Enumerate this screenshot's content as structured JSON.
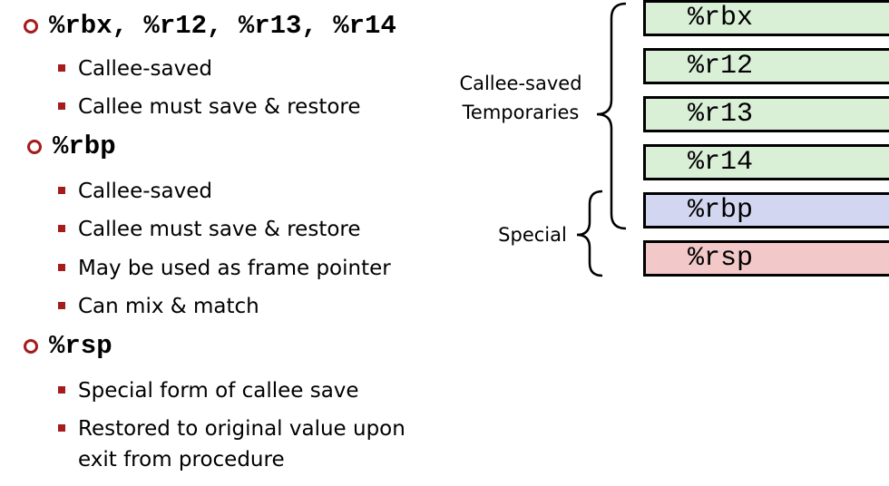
{
  "bullets": [
    {
      "heading": "%rbx, %r12, %r13, %r14",
      "items": [
        "Callee-saved",
        "Callee must save & restore"
      ]
    },
    {
      "heading": "%rbp",
      "items": [
        "Callee-saved",
        "Callee must save & restore",
        "May be used as frame pointer",
        "Can mix & match"
      ]
    },
    {
      "heading": "%rsp",
      "items": [
        "Special form of callee save",
        "Restored to original value upon exit from procedure"
      ]
    }
  ],
  "diagram": {
    "registers": [
      {
        "name": "%rbx",
        "color": "#d9efd6"
      },
      {
        "name": "%r12",
        "color": "#d9efd6"
      },
      {
        "name": "%r13",
        "color": "#d9efd6"
      },
      {
        "name": "%r14",
        "color": "#d9efd6"
      },
      {
        "name": "%rbp",
        "color": "#d3d6f0"
      },
      {
        "name": "%rsp",
        "color": "#f2c8c8"
      }
    ],
    "callee_saved_label_line1": "Callee-saved",
    "callee_saved_label_line2": "Temporaries",
    "special_label": "Special"
  },
  "colors": {
    "accent": "#a51c1c"
  }
}
